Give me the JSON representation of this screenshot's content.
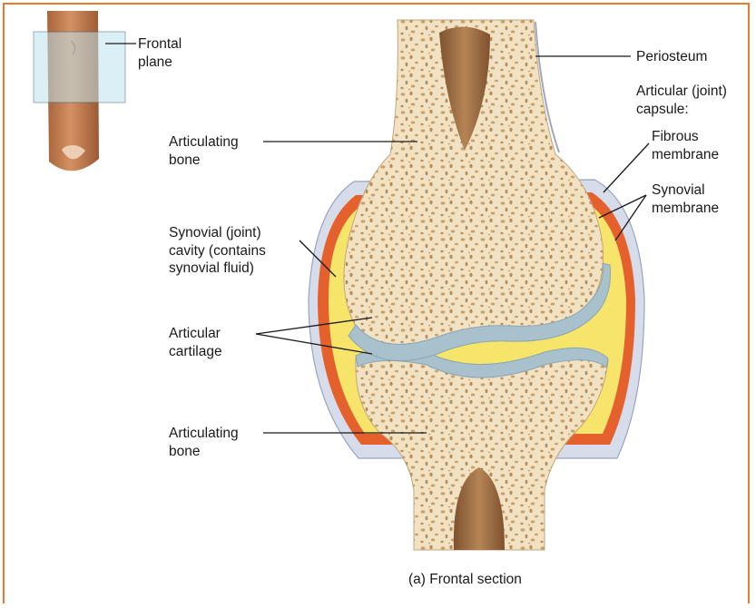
{
  "labels": {
    "frontal_plane": "Frontal\nplane",
    "periosteum": "Periosteum",
    "articular_capsule": "Articular (joint)\ncapsule:",
    "fibrous_membrane": "Fibrous\nmembrane",
    "synovial_membrane": "Synovial\nmembrane",
    "articulating_bone_top": "Articulating\nbone",
    "synovial_cavity": "Synovial (joint)\ncavity (contains\nsynovial fluid)",
    "articular_cartilage": "Articular\ncartilage",
    "articulating_bone_bottom": "Articulating\nbone"
  },
  "caption": "(a) Frontal section",
  "colors": {
    "frame": "#e87a2b",
    "bone": "#f1e2c4",
    "spongy_pores": "#c9a06a",
    "marrow": "#9a6a3c",
    "cartilage": "#a9c1cc",
    "synovial_fluid": "#f7e86e",
    "synovial_membrane": "#e25a2a",
    "fibrous_capsule": "#cfd6e6",
    "finger": "#c07b4d",
    "plane": "#bfe4ef"
  }
}
